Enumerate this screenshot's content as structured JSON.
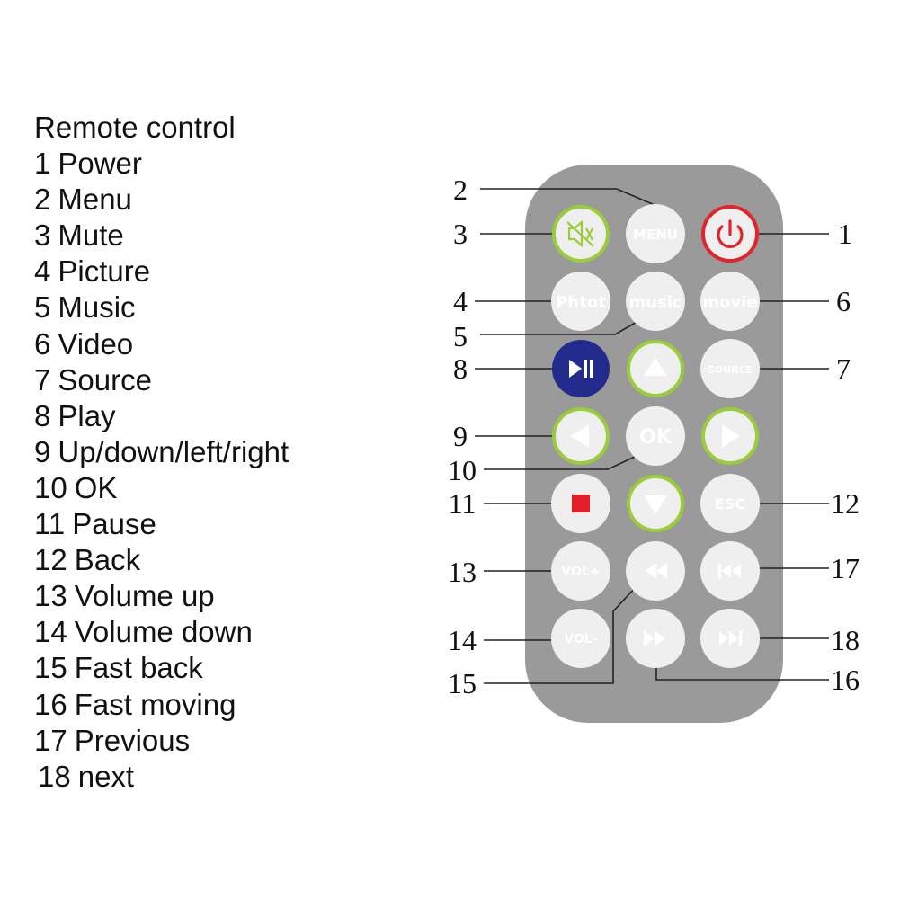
{
  "legend": {
    "title": "Remote control",
    "items": [
      {
        "num": "1",
        "label": "Power"
      },
      {
        "num": "2",
        "label": "Menu"
      },
      {
        "num": "3",
        "label": "Mute"
      },
      {
        "num": "4",
        "label": "Picture"
      },
      {
        "num": "5",
        "label": "Music"
      },
      {
        "num": "6",
        "label": "Video"
      },
      {
        "num": "7",
        "label": "Source"
      },
      {
        "num": "8",
        "label": "Play"
      },
      {
        "num": "9",
        "label": "Up/down/left/right"
      },
      {
        "num": "10",
        "label": "OK"
      },
      {
        "num": "11",
        "label": "Pause"
      },
      {
        "num": "12",
        "label": "Back"
      },
      {
        "num": "13",
        "label": "Volume up"
      },
      {
        "num": "14",
        "label": "Volume down"
      },
      {
        "num": "15",
        "label": "Fast back"
      },
      {
        "num": "16",
        "label": "Fast moving"
      },
      {
        "num": "17",
        "label": "Previous"
      },
      {
        "num": "18",
        "label": "next"
      }
    ]
  },
  "buttons": {
    "menu": "MENU",
    "photo": "Phtot",
    "music": "music",
    "movie": "movie",
    "source": "SOURCE",
    "ok": "OK",
    "esc": "ESC",
    "vol_up": "VOL+",
    "vol_down": "VOL-"
  },
  "callouts": {
    "c1": "1",
    "c2": "2",
    "c3": "3",
    "c4": "4",
    "c5": "5",
    "c6": "6",
    "c7": "7",
    "c8": "8",
    "c9": "9",
    "c10": "10",
    "c11": "11",
    "c12": "12",
    "c13": "13",
    "c14": "14",
    "c15": "15",
    "c16": "16",
    "c17": "17",
    "c18": "18"
  },
  "colors": {
    "remote_body": "#9a9a9a",
    "button_face": "#efefef",
    "power_ring": "#e0262a",
    "nav_ring": "#9acc3c",
    "play_fill": "#232c8c",
    "stop_red": "#e21f26"
  },
  "icons": {
    "mute": "speaker-muted-icon",
    "power": "power-icon",
    "play": "play-pause-icon",
    "up": "triangle-up-icon",
    "left": "triangle-left-icon",
    "right": "triangle-right-icon",
    "down": "triangle-down-icon",
    "stop": "stop-square-icon",
    "rewind": "rewind-icon",
    "fast_forward": "fast-forward-icon",
    "previous": "previous-track-icon",
    "next": "next-track-icon"
  }
}
